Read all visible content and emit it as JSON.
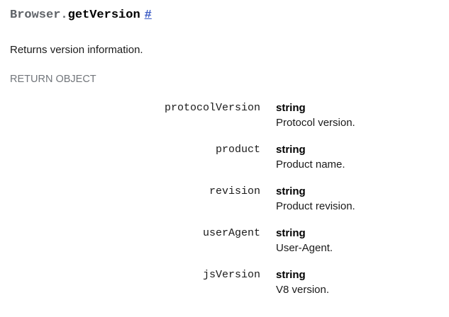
{
  "method": {
    "domain_prefix": "Browser.",
    "name": "getVersion",
    "anchor_symbol": "#",
    "anchor_color": "#3b5bc4",
    "summary": "Returns version information."
  },
  "return_object": {
    "section_label": "RETURN OBJECT",
    "section_label_color": "#72767b",
    "properties": [
      {
        "name": "protocolVersion",
        "type": "string",
        "description": "Protocol version."
      },
      {
        "name": "product",
        "type": "string",
        "description": "Product name."
      },
      {
        "name": "revision",
        "type": "string",
        "description": "Product revision."
      },
      {
        "name": "userAgent",
        "type": "string",
        "description": "User-Agent."
      },
      {
        "name": "jsVersion",
        "type": "string",
        "description": "V8 version."
      }
    ]
  }
}
